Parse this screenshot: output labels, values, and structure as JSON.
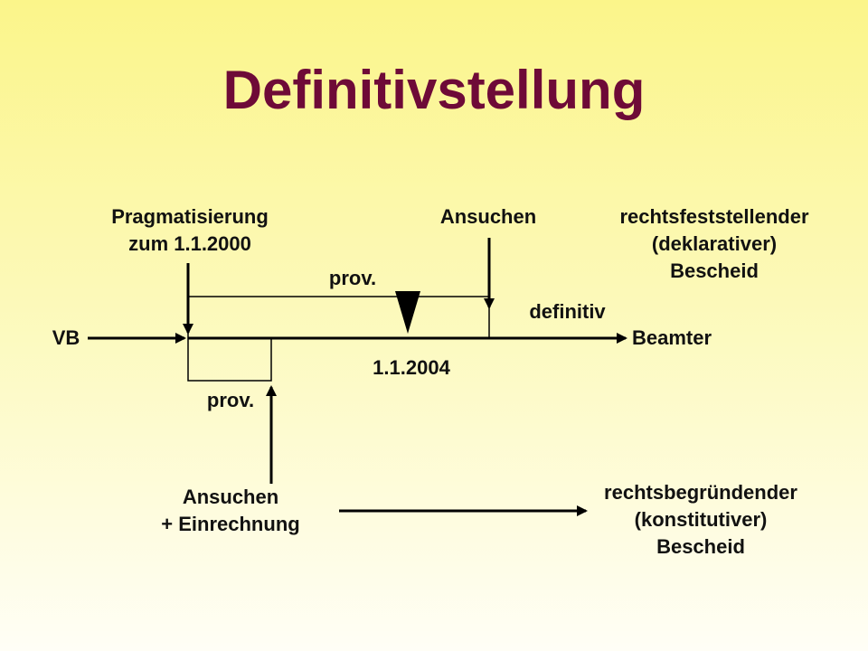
{
  "slide": {
    "title": "Definitivstellung",
    "background_top": "#fbf58a",
    "background_bottom": "#fffef6",
    "title_color": "#6e0a37"
  },
  "diagram": {
    "labels": {
      "pragmatisierung": [
        "Pragmatisierung",
        "zum 1.1.2000"
      ],
      "ansuchen_top": "Ansuchen",
      "rechtsfeststellender": [
        "rechtsfeststellender",
        "(deklarativer)",
        "Bescheid"
      ],
      "prov_top": "prov.",
      "definitiv": "definitiv",
      "vb": "VB",
      "beamter": "Beamter",
      "date_marker": "1.1.2004",
      "prov_bottom": "prov.",
      "ansuchen_einrechnung": [
        "Ansuchen",
        "+ Einrechnung"
      ],
      "rechtsbegruendender": [
        "rechtsbegründender",
        "(konstitutiver)",
        "Bescheid"
      ]
    },
    "marker_icon": "down-triangle-icon",
    "line_color": "#000000"
  }
}
